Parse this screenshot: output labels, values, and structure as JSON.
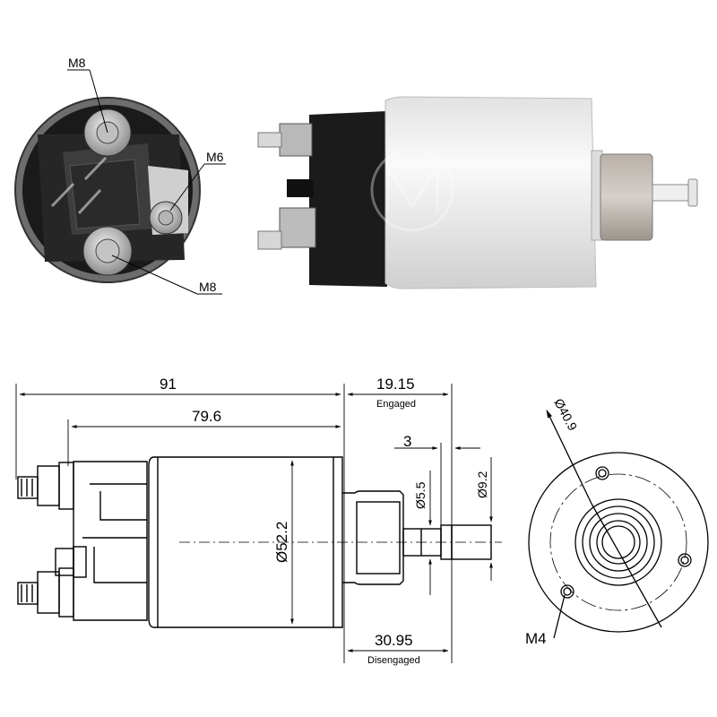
{
  "photo_end_view": {
    "terminal_top_label": "M8",
    "terminal_right_label": "M6",
    "terminal_bottom_label": "M8"
  },
  "side_view": {
    "overall_length": "91",
    "body_length": "79.6",
    "stroke_engaged": "19.15",
    "engaged_label": "Engaged",
    "stroke_disengaged": "30.95",
    "disengaged_label": "Disengaged",
    "plunger_offset": "3",
    "plunger_diameter": "Ø5.5",
    "tip_diameter": "Ø9.2",
    "body_diameter": "Ø52.2"
  },
  "end_view": {
    "bolt_circle": "Ø40.9",
    "thread_label": "M4"
  }
}
